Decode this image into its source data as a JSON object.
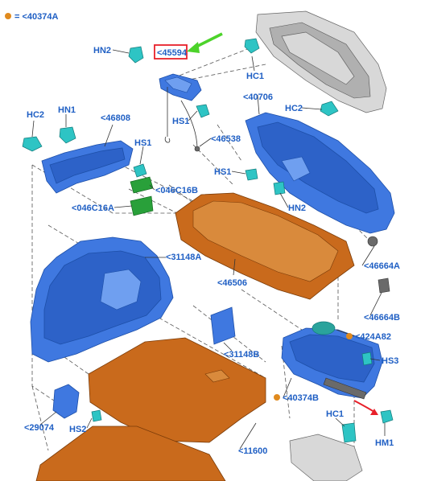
{
  "legend": {
    "text": "= <40374A",
    "marker_color": "#e08a1e"
  },
  "highlight": {
    "label": "<45594",
    "box_color": "#e8202a",
    "arrow_color": "#4cd32a"
  },
  "labels": {
    "hn2_top": "HN2",
    "hc1_top": "HC1",
    "p40706": "<40706",
    "hc2_right": "HC2",
    "hc2_left": "HC2",
    "hn1": "HN1",
    "p46808": "<46808",
    "hs1_mid": "HS1",
    "p46538": "<46538",
    "hs1_right": "HS1",
    "hs1_small": "HS1",
    "p046c16b": "<046C16B",
    "p046c16a": "<046C16A",
    "hn2_right": "HN2",
    "p31148a": "<31148A",
    "p46664a": "<46664A",
    "p46506": "<46506",
    "p46664b": "<46664B",
    "p424a82": "<424A82",
    "p31148b": "<31148B",
    "hs3": "HS3",
    "p40374b": "<40374B",
    "hc1_bottom": "HC1",
    "p29074": "<29074",
    "hs2": "HS2",
    "hm1": "HM1",
    "p11600": "<11600"
  }
}
